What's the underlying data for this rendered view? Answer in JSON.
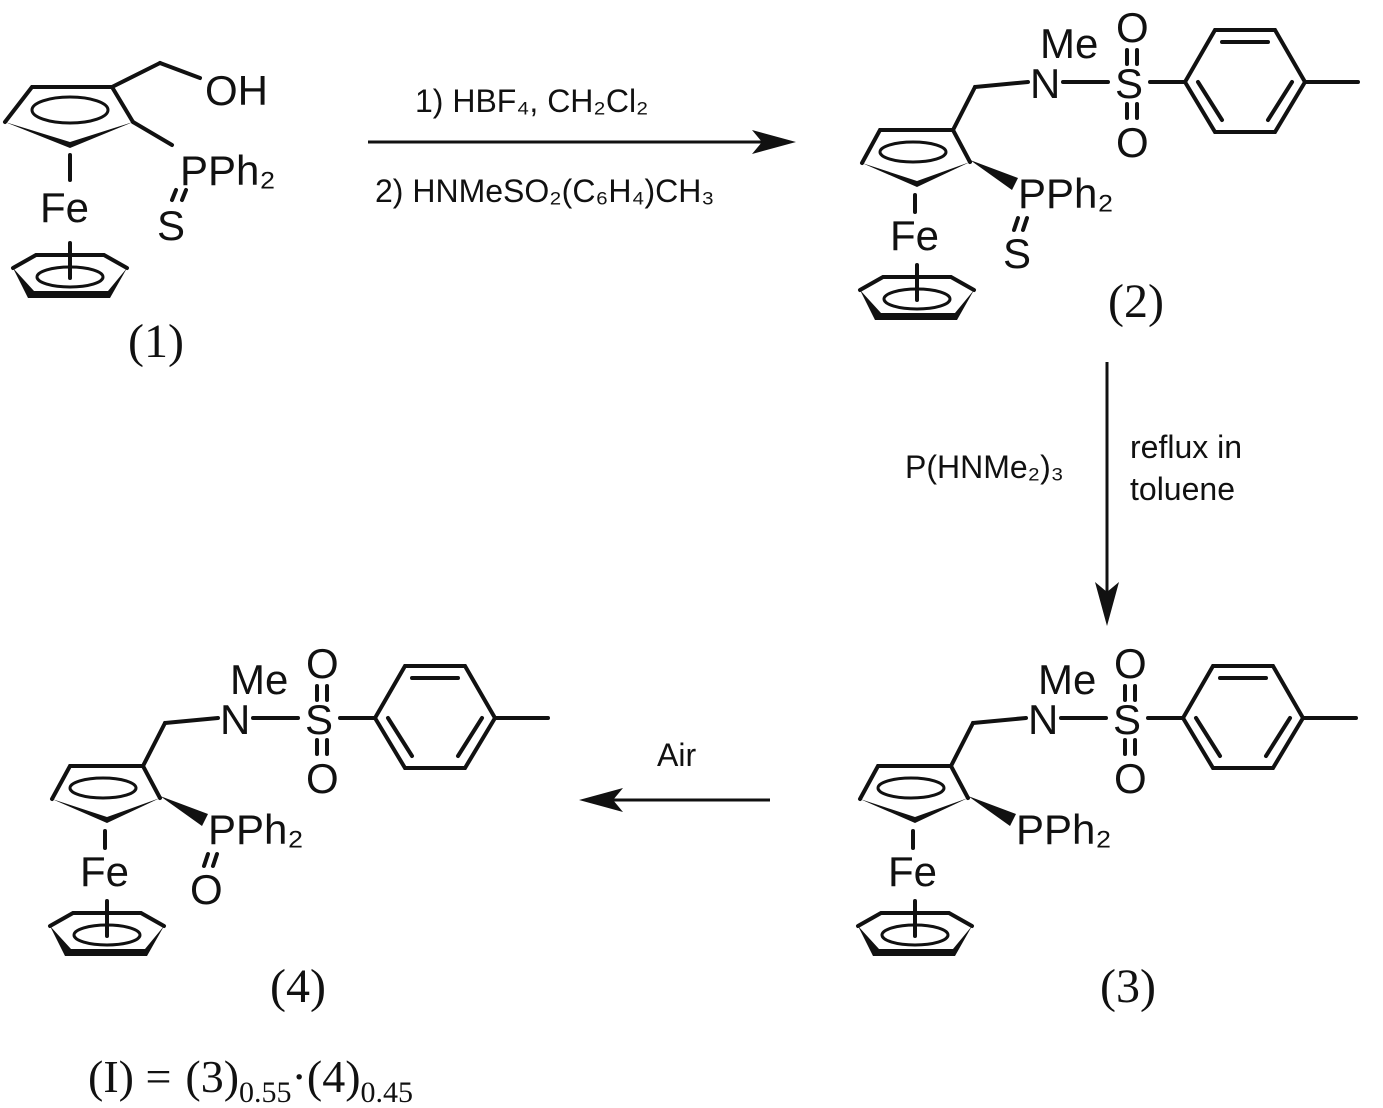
{
  "compounds": {
    "c1": {
      "label": "(1)",
      "oh": "OH",
      "p": "PPh₂",
      "s": "S",
      "fe": "Fe"
    },
    "c2": {
      "label": "(2)",
      "me": "Me",
      "n": "N",
      "s": "S",
      "o1": "O",
      "o2": "O",
      "p": "PPh₂",
      "ps": "S",
      "fe": "Fe"
    },
    "c3": {
      "label": "(3)",
      "me": "Me",
      "n": "N",
      "s": "S",
      "o1": "O",
      "o2": "O",
      "p": "PPh₂",
      "fe": "Fe"
    },
    "c4": {
      "label": "(4)",
      "me": "Me",
      "n": "N",
      "s": "S",
      "o1": "O",
      "o2": "O",
      "p": "PPh₂",
      "po": "O",
      "fe": "Fe"
    }
  },
  "reactions": {
    "step1": {
      "line1": "1) HBF₄, CH₂Cl₂",
      "line2": "2) HNMeSO₂(C₆H₄)CH₃"
    },
    "step2": {
      "reagent": "P(HNMe₂)₃",
      "cond1": "reflux in",
      "cond2": "toluene"
    },
    "step3": {
      "reagent": "Air"
    }
  },
  "formula": {
    "lhs": "(I) =",
    "a": "(3)",
    "a_sub": "0.55",
    "dot": "·",
    "b": "(4)",
    "b_sub": "0.45"
  }
}
